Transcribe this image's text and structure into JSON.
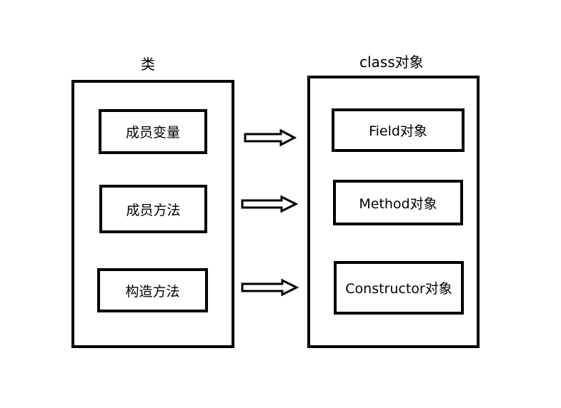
{
  "left": {
    "title": "类",
    "items": [
      "成员变量",
      "成员方法",
      "构造方法"
    ]
  },
  "right": {
    "title": "class对象",
    "items": [
      "Field对象",
      "Method对象",
      "Constructor对象"
    ]
  }
}
